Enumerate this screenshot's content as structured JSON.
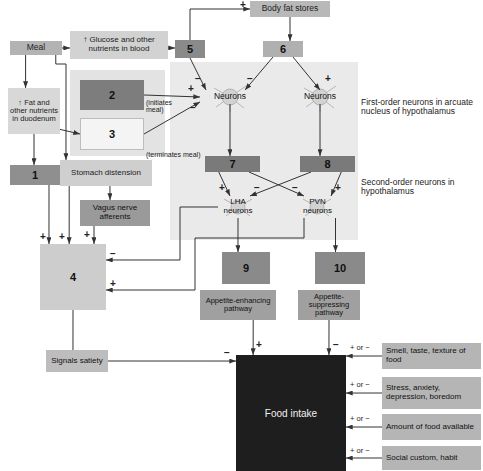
{
  "diagram": {
    "nodes": [
      {
        "text": [
          "Body fat stores"
        ]
      },
      {
        "text": [
          "Meal"
        ]
      },
      {
        "text": [
          "↑ Glucose and other nutrients in blood"
        ]
      },
      {
        "text": [
          "5"
        ]
      },
      {
        "text": [
          "6"
        ]
      },
      {
        "text": [
          "↑ Fat and other nutrients in duodenum"
        ]
      },
      {
        "text": [
          "2"
        ]
      },
      {
        "text": [
          "3"
        ]
      },
      {
        "text": [
          "Neurons"
        ]
      },
      {
        "text": [
          "Neurons"
        ]
      },
      {
        "text": [
          "1"
        ]
      },
      {
        "text": [
          "Stomach distension"
        ]
      },
      {
        "text": [
          "7"
        ]
      },
      {
        "text": [
          "8"
        ]
      },
      {
        "text": [
          "LHA neurons"
        ]
      },
      {
        "text": [
          "PVN neurons"
        ]
      },
      {
        "text": [
          "Vagus nerve afferents"
        ]
      },
      {
        "text": [
          "4"
        ]
      },
      {
        "text": [
          "9"
        ]
      },
      {
        "text": [
          "10"
        ]
      },
      {
        "text": [
          "Appetite-enhancing pathway"
        ]
      },
      {
        "text": [
          "Appetite-suppressing pathway"
        ]
      },
      {
        "text": [
          "Signals satiety"
        ]
      },
      {
        "text": [
          "Food intake"
        ]
      },
      {
        "text": [
          "Smell, taste, texture of food"
        ]
      },
      {
        "text": [
          "Stress, anxiety, depression, boredom"
        ]
      },
      {
        "text": [
          "Amount of food available"
        ]
      },
      {
        "text": [
          "Social custom, habit"
        ]
      }
    ],
    "edges": [
      {
        "from": 1,
        "to": 2,
        "arrow": "to"
      },
      {
        "from": 2,
        "to": 3,
        "arrow": "to"
      },
      {
        "from": 3,
        "to": 0,
        "arrow": "to"
      },
      {
        "from": 0,
        "to": 4,
        "arrow": "to"
      },
      {
        "from": 3,
        "to": 8,
        "arrow": "to"
      },
      {
        "from": 4,
        "to": 8,
        "arrow": "to"
      },
      {
        "from": 4,
        "to": 9,
        "arrow": "to"
      },
      {
        "from": 1,
        "to": 5,
        "arrow": "to"
      },
      {
        "from": 1,
        "to": 11,
        "arrow": "to"
      },
      {
        "from": 5,
        "to": 7,
        "arrow": "to"
      },
      {
        "from": 6,
        "to": 8,
        "arrow": "to"
      },
      {
        "from": 7,
        "to": 8,
        "arrow": "to"
      },
      {
        "from": 5,
        "to": 10,
        "arrow": "to"
      },
      {
        "from": 10,
        "to": 17,
        "arrow": "to"
      },
      {
        "from": 11,
        "to": 16,
        "arrow": "to"
      },
      {
        "from": 16,
        "to": 17,
        "arrow": "to"
      },
      {
        "from": 11,
        "to": 17,
        "arrow": "to"
      },
      {
        "from": 8,
        "to": 12,
        "arrow": "to"
      },
      {
        "from": 9,
        "to": 13,
        "arrow": "to"
      },
      {
        "from": 12,
        "to": 14,
        "arrow": "to"
      },
      {
        "from": 12,
        "to": 15,
        "arrow": "to"
      },
      {
        "from": 13,
        "to": 14,
        "arrow": "to"
      },
      {
        "from": 13,
        "to": 15,
        "arrow": "to"
      },
      {
        "from": 14,
        "to": 18,
        "arrow": "to"
      },
      {
        "from": 15,
        "to": 19,
        "arrow": "to"
      },
      {
        "from": 14,
        "to": 17,
        "arrow": "to"
      },
      {
        "from": 15,
        "to": 17,
        "arrow": "to"
      },
      {
        "from": 20,
        "to": 23,
        "arrow": "to"
      },
      {
        "from": 21,
        "to": 23,
        "arrow": "to"
      },
      {
        "from": 17,
        "to": 22,
        "arrow": "none"
      },
      {
        "from": 22,
        "to": 23,
        "arrow": "to"
      },
      {
        "from": 24,
        "to": 23,
        "arrow": "to"
      },
      {
        "from": 25,
        "to": 23,
        "arrow": "to"
      },
      {
        "from": 26,
        "to": 23,
        "arrow": "to"
      },
      {
        "from": 27,
        "to": 23,
        "arrow": "to"
      }
    ],
    "labels": [
      "(initiates meal)",
      "(terminates meal)",
      "First-order neurons in arcuate nucleus of hypothalamus",
      "Second-order neurons in hypothalamus",
      "+",
      "−",
      "−",
      "+",
      "+",
      "−",
      "+",
      "−",
      "−",
      "+",
      "+",
      "+",
      "+",
      "−",
      "+",
      "+",
      "−",
      "−",
      "+ or −",
      "+ or −",
      "+ or −",
      "+ or −"
    ]
  }
}
